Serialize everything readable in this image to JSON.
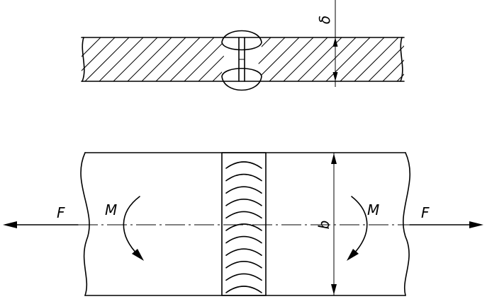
{
  "labels": {
    "thickness": "δ",
    "width": "b",
    "moment_left": "M",
    "moment_right": "M",
    "force_left": "F",
    "force_right": "F"
  },
  "colors": {
    "stroke": "#000000",
    "background": "#ffffff"
  }
}
